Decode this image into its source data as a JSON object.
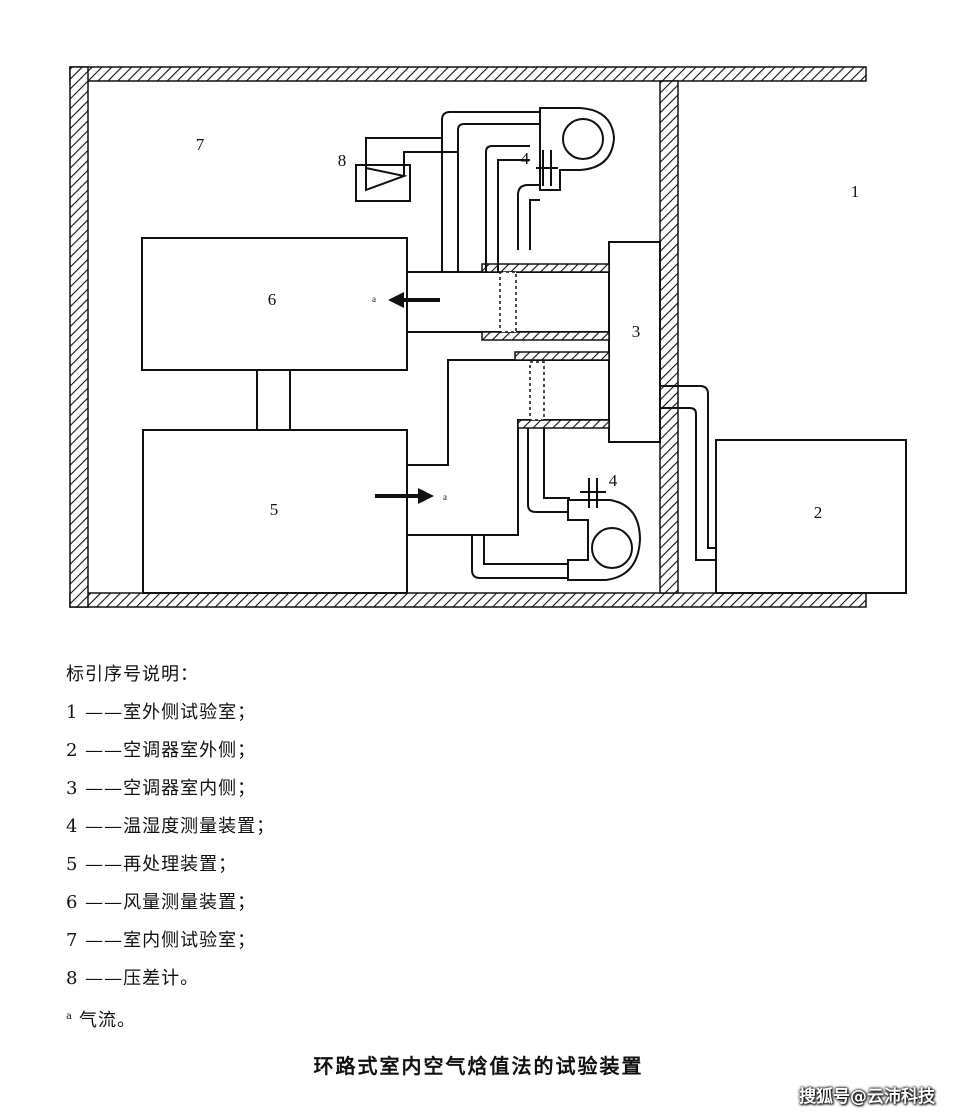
{
  "diagram": {
    "labels": {
      "outdoor_room": "1",
      "ac_outdoor": "2",
      "ac_indoor": "3",
      "sensor_top": "4",
      "sensor_bottom": "4",
      "reconditioning": "5",
      "airflow_meas": "6",
      "indoor_room": "7",
      "manometer": "8",
      "airflow_mark_top": "a",
      "airflow_mark_bottom": "a"
    }
  },
  "legend": {
    "title": "标引序号说明：",
    "items": [
      "1 ——室外侧试验室；",
      "2 ——空调器室外侧；",
      "3 ——空调器室内侧；",
      "4 ——温湿度测量装置；",
      "5 ——再处理装置；",
      "6 ——风量测量装置；",
      "7 ——室内侧试验室；",
      "8 ——压差计。"
    ],
    "note_mark": "a",
    "note_text": "气流。"
  },
  "caption": "环路式室内空气焓值法的试验装置",
  "watermark": "搜狐号@云沛科技"
}
